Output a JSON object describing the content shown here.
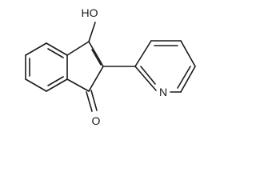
{
  "molecule": {
    "atom_labels": {
      "hydroxyl": "HO",
      "carbonyl_oxygen": "O",
      "pyridine_nitrogen": "N"
    },
    "colors": {
      "bond": "#1a1a1a",
      "label": "#1a1a1a",
      "background": "#ffffff"
    }
  }
}
